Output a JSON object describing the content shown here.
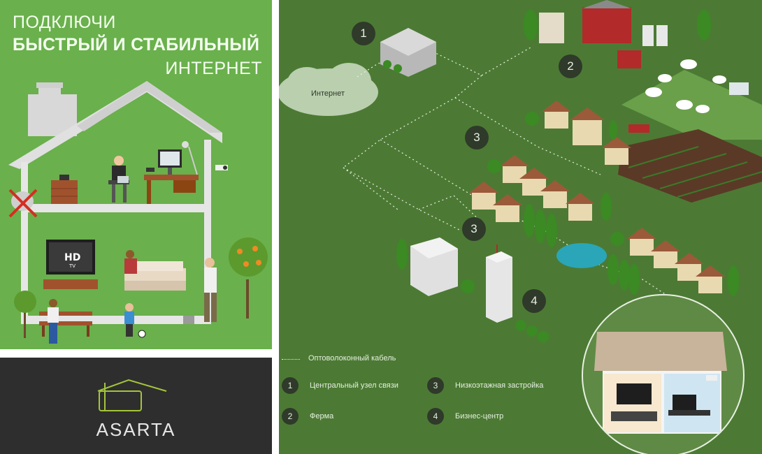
{
  "hero": {
    "line1": "ПОДКЛЮЧИ",
    "line2": "БЫСТРЫЙ И СТАБИЛЬНЫЙ",
    "line3": "ИНТЕРНЕТ"
  },
  "house": {
    "tv_label": "HD",
    "tv_sublabel": "TV"
  },
  "brand": {
    "name": "ASARTA",
    "accent": "#a3c53a"
  },
  "map": {
    "cloud_label": "Интернет",
    "badges": [
      "1",
      "2",
      "3",
      "3",
      "4"
    ]
  },
  "legend": {
    "cable_label": "Оптоволоконный кабель",
    "items": [
      {
        "num": "1",
        "label": "Центральный узел связи"
      },
      {
        "num": "2",
        "label": "Ферма"
      },
      {
        "num": "3",
        "label": "Низкоэтажная застройка"
      },
      {
        "num": "4",
        "label": "Бизнес-центр"
      }
    ]
  },
  "colors": {
    "panel_green": "#6ab04c",
    "map_green": "#4c7a34",
    "dark_badge": "#2f3a2a",
    "brand_bg": "#2e2e2e"
  }
}
